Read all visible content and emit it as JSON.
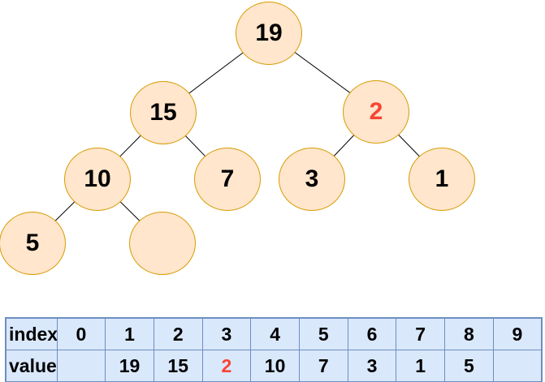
{
  "colors": {
    "node_fill": "#ffe6cc",
    "node_stroke": "#d79b00",
    "edge": "#000000",
    "red": "#fa4334",
    "table_fill": "#dae8fc",
    "table_stroke": "#6c8ebf",
    "text": "#000000",
    "background": "#ffffff"
  },
  "tree": {
    "nodes": [
      {
        "label": "19"
      },
      {
        "label": "15"
      },
      {
        "label": "2"
      },
      {
        "label": "10"
      },
      {
        "label": "7"
      },
      {
        "label": "3"
      },
      {
        "label": "1"
      },
      {
        "label": "5"
      },
      {
        "label": ""
      }
    ],
    "edges": [
      [
        "19",
        "15"
      ],
      [
        "19",
        "2"
      ],
      [
        "15",
        "10"
      ],
      [
        "15",
        "7"
      ],
      [
        "2",
        "3"
      ],
      [
        "2",
        "1"
      ],
      [
        "10",
        "5"
      ],
      [
        "10",
        "empty"
      ]
    ],
    "highlighted_node": "2"
  },
  "table": {
    "row_headers": [
      "index",
      "value"
    ],
    "index_row": [
      "0",
      "1",
      "2",
      "3",
      "4",
      "5",
      "6",
      "7",
      "8",
      "9"
    ],
    "value_row": [
      "",
      "19",
      "15",
      "2",
      "10",
      "7",
      "3",
      "1",
      "5",
      ""
    ],
    "highlighted_value_cell_index": 3
  }
}
